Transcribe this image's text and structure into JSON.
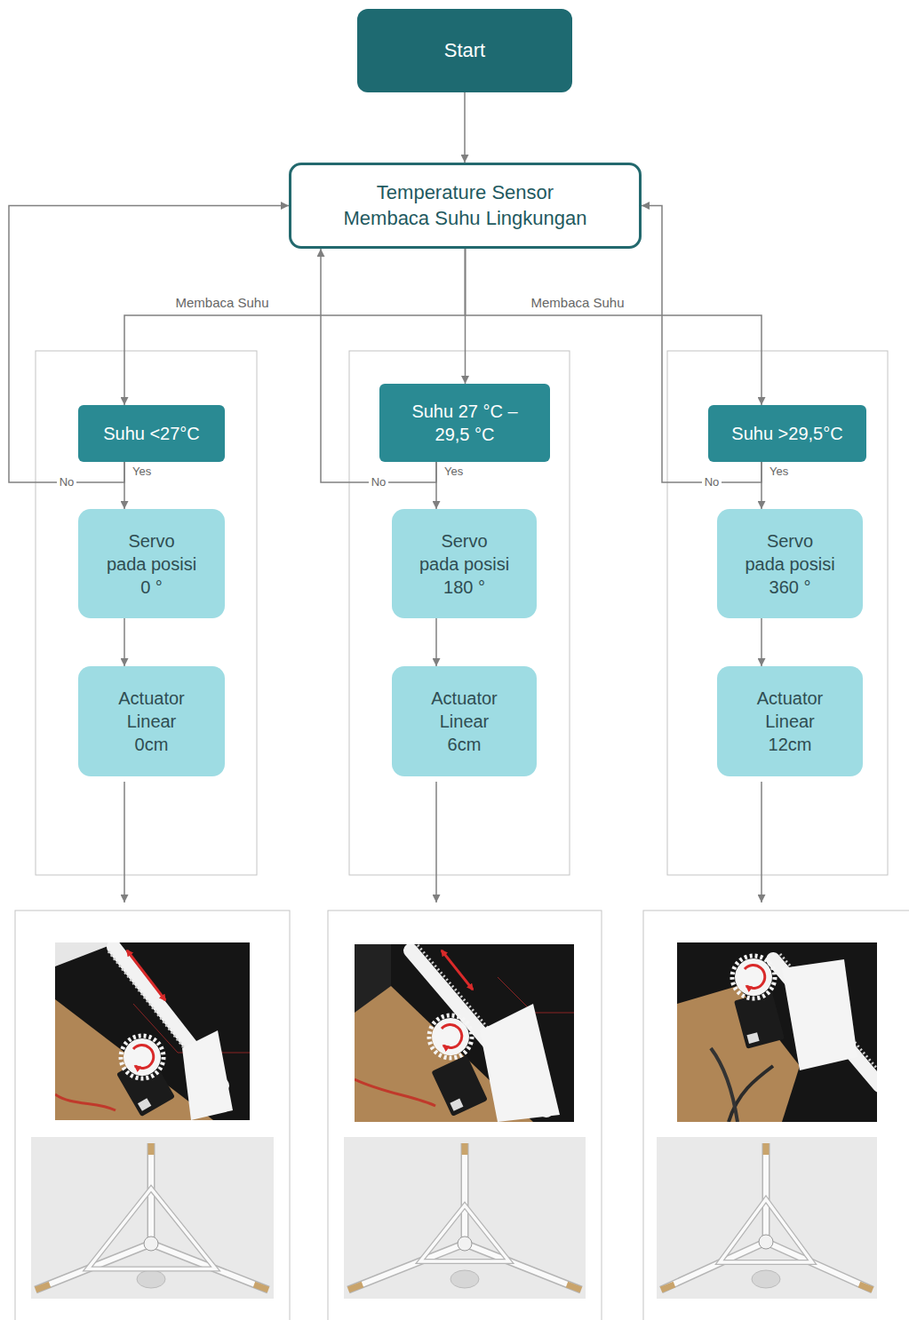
{
  "diagram": {
    "nodes": [
      {
        "text": [
          "Start"
        ]
      },
      {
        "text": [
          "Temperature Sensor Membaca Suhu Lingkungan"
        ]
      },
      {
        "text": [
          "Suhu <27°C"
        ]
      },
      {
        "text": [
          "Servo pada posisi 0 °"
        ]
      },
      {
        "text": [
          "Actuator Linear 0cm"
        ]
      },
      {
        "text": [
          "Suhu 27 °C – 29,5 °C"
        ]
      },
      {
        "text": [
          "Servo pada posisi 180 °"
        ]
      },
      {
        "text": [
          "Actuator Linear 6cm"
        ]
      },
      {
        "text": [
          "Suhu >29,5°C"
        ]
      },
      {
        "text": [
          "Servo pada posisi 360 °"
        ]
      },
      {
        "text": [
          "Actuator Linear 12cm"
        ]
      }
    ],
    "edges": [
      {
        "from": 0,
        "to": 1,
        "arrow": "to"
      },
      {
        "from": 1,
        "to": 2,
        "label": "Membaca Suhu",
        "arrow": "to"
      },
      {
        "from": 1,
        "to": 5,
        "arrow": "to"
      },
      {
        "from": 1,
        "to": 8,
        "label": "Membaca Suhu",
        "arrow": "to"
      },
      {
        "from": 2,
        "to": 3,
        "label": "Yes",
        "arrow": "to"
      },
      {
        "from": 3,
        "to": 4,
        "arrow": "to"
      },
      {
        "from": 2,
        "to": 1,
        "label": "No",
        "arrow": "to"
      },
      {
        "from": 5,
        "to": 6,
        "label": "Yes",
        "arrow": "to"
      },
      {
        "from": 6,
        "to": 7,
        "arrow": "to"
      },
      {
        "from": 5,
        "to": 1,
        "label": "No",
        "arrow": "to"
      },
      {
        "from": 8,
        "to": 9,
        "label": "Yes",
        "arrow": "to"
      },
      {
        "from": 9,
        "to": 10,
        "arrow": "to"
      },
      {
        "from": 8,
        "to": 1,
        "label": "No",
        "arrow": "to"
      }
    ]
  }
}
